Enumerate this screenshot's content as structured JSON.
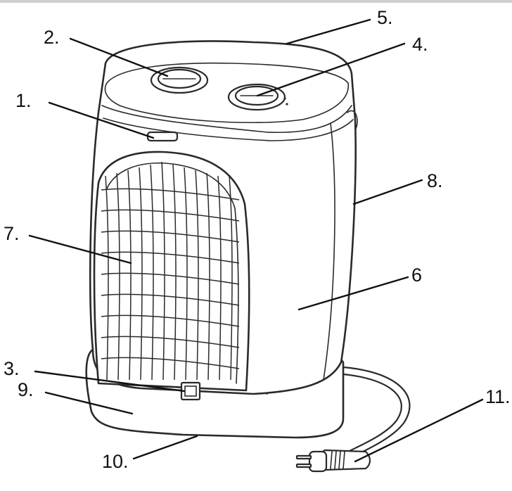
{
  "figure": {
    "subject": "fan-heater",
    "line_color": "#111111",
    "background": "#ffffff"
  },
  "callouts": [
    {
      "id": "1",
      "label": "1."
    },
    {
      "id": "2",
      "label": "2."
    },
    {
      "id": "3",
      "label": "3."
    },
    {
      "id": "4",
      "label": "4."
    },
    {
      "id": "5",
      "label": "5."
    },
    {
      "id": "6",
      "label": "6"
    },
    {
      "id": "7",
      "label": "7."
    },
    {
      "id": "8",
      "label": "8."
    },
    {
      "id": "9",
      "label": "9."
    },
    {
      "id": "10",
      "label": "10."
    },
    {
      "id": "11",
      "label": "11."
    }
  ]
}
